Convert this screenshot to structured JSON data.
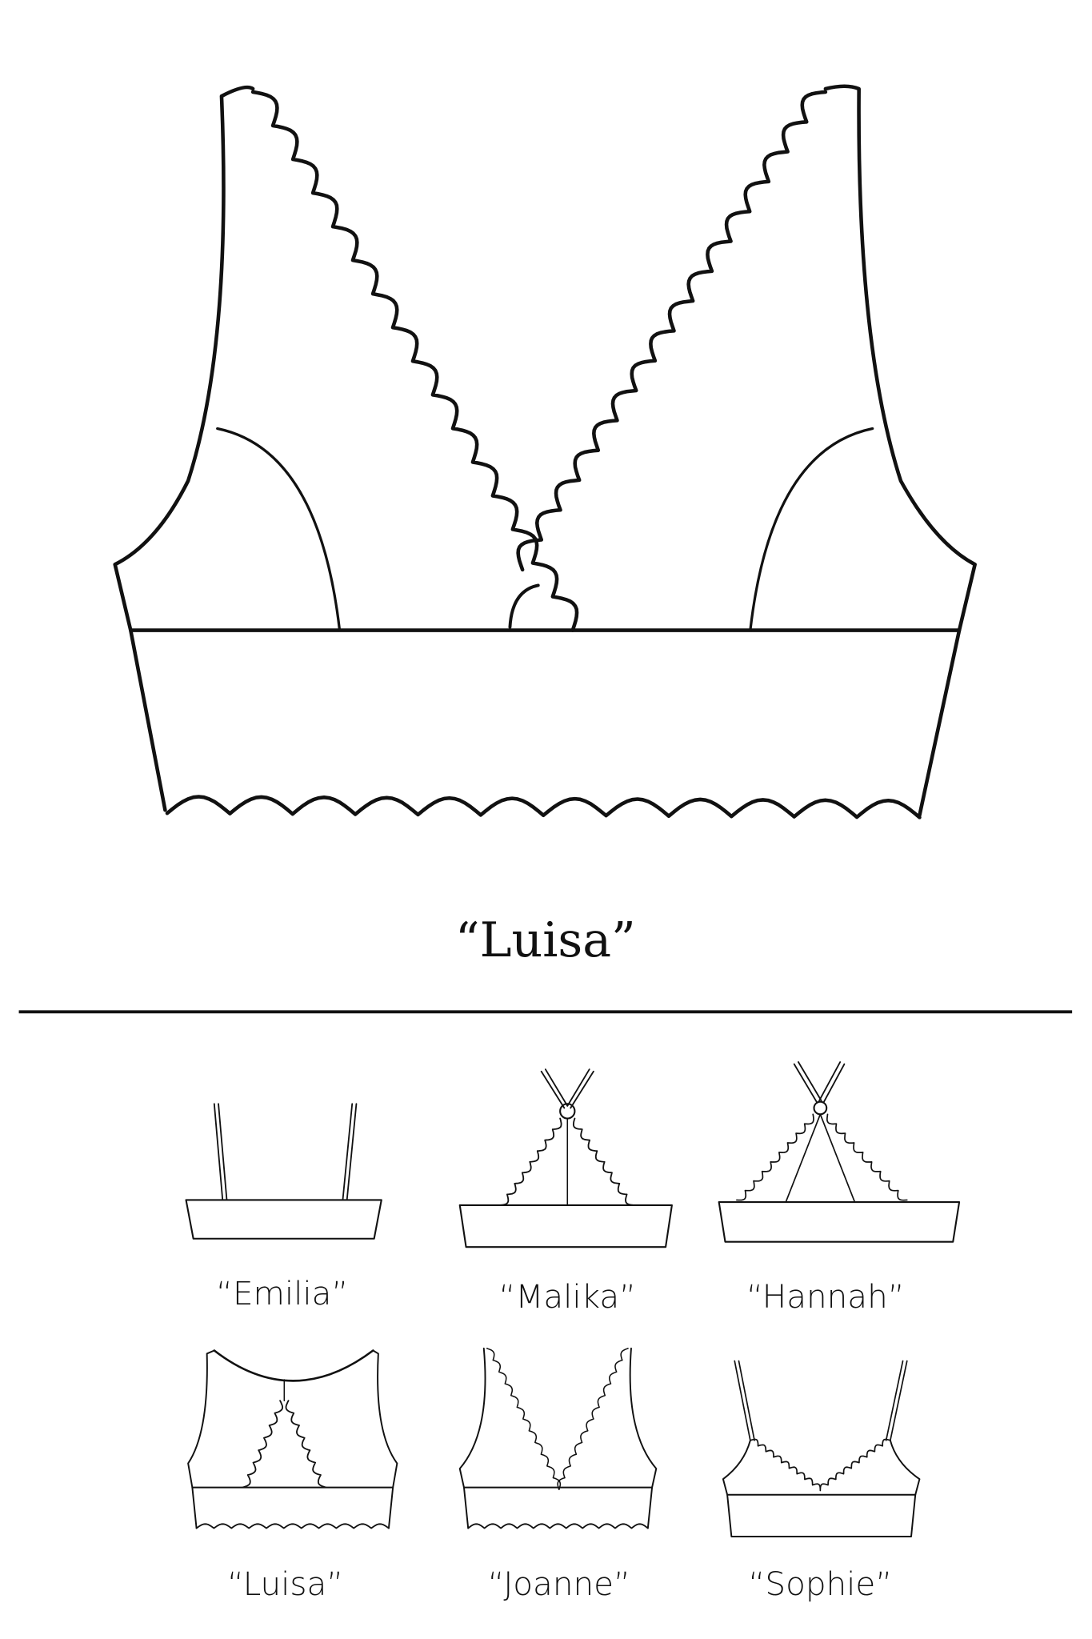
{
  "main_design": {
    "title": "“Luisa”"
  },
  "variants": [
    {
      "label": "“Emilia”"
    },
    {
      "label": "“Malika”"
    },
    {
      "label": "“Hannah”"
    },
    {
      "label": "“Luisa”"
    },
    {
      "label": "“Joanne”"
    },
    {
      "label": "“Sophie”"
    }
  ],
  "colors": {
    "line": "#111111",
    "accent_line": "#c8c8c8",
    "background": "#ffffff"
  }
}
